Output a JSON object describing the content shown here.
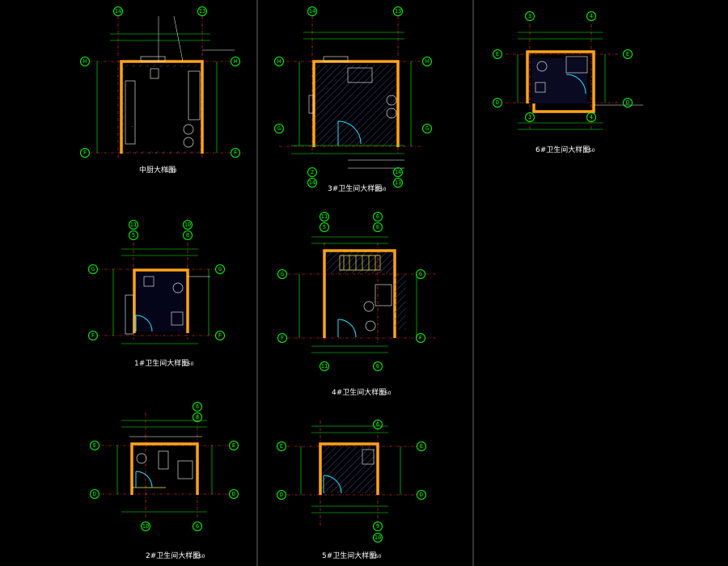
{
  "drawing": {
    "background": "#000000",
    "colors": {
      "wall": "#ffa31a",
      "axis": "#ff3030",
      "grid_bubble": "#00ff00",
      "dimension": "#00ff00",
      "fixture": "#d8d8d8",
      "door": "#22e0ff",
      "title": "#ffffff"
    },
    "plans": [
      {
        "id": "kitchen",
        "title": "中厨大样图",
        "scale": "1:50",
        "grid_top": [
          "14",
          "13"
        ],
        "grid_bottom": [],
        "grid_left": [
          "H",
          "F"
        ],
        "grid_right": [
          "H",
          "F"
        ]
      },
      {
        "id": "wc3",
        "title": "3#卫生间大样图",
        "scale": "1:50",
        "grid_top": [
          "14",
          "13"
        ],
        "grid_bottom": [
          "2",
          "14"
        ],
        "grid_left": [
          "H",
          "G"
        ],
        "grid_right": [
          "H",
          "G"
        ]
      },
      {
        "id": "wc6",
        "title": "6#卫生间大样图",
        "scale": "1:50",
        "grid_top": [
          "3",
          "4"
        ],
        "grid_bottom": [
          "3",
          "4"
        ],
        "grid_left": [
          "E",
          "D"
        ],
        "grid_right": [
          "E",
          "D"
        ]
      },
      {
        "id": "wc1",
        "title": "1#卫生间大样图",
        "scale": "1:50",
        "grid_top": [
          "11",
          "10"
        ],
        "grid_bottom": [],
        "grid_left": [
          "G",
          "F"
        ],
        "grid_right": [
          "G",
          "F"
        ]
      },
      {
        "id": "wc4",
        "title": "4#卫生间大样图",
        "scale": "1:50",
        "grid_top": [
          "11",
          "6"
        ],
        "grid_bottom": [
          "11",
          "6"
        ],
        "grid_left": [
          "G",
          "F"
        ],
        "grid_right": [
          "G",
          "F"
        ]
      },
      {
        "id": "wc2",
        "title": "2#卫生间大样图",
        "scale": "1:50",
        "grid_top": [
          "6"
        ],
        "grid_bottom": [
          "10",
          "6"
        ],
        "grid_left": [
          "E",
          "D"
        ],
        "grid_right": [
          "E",
          "D"
        ]
      },
      {
        "id": "wc5",
        "title": "5#卫生间大样图",
        "scale": "1:50",
        "grid_top": [
          "6"
        ],
        "grid_bottom": [
          "9",
          "10"
        ],
        "grid_left": [
          "E",
          "D"
        ],
        "grid_right": [
          "E",
          "D"
        ]
      }
    ]
  }
}
